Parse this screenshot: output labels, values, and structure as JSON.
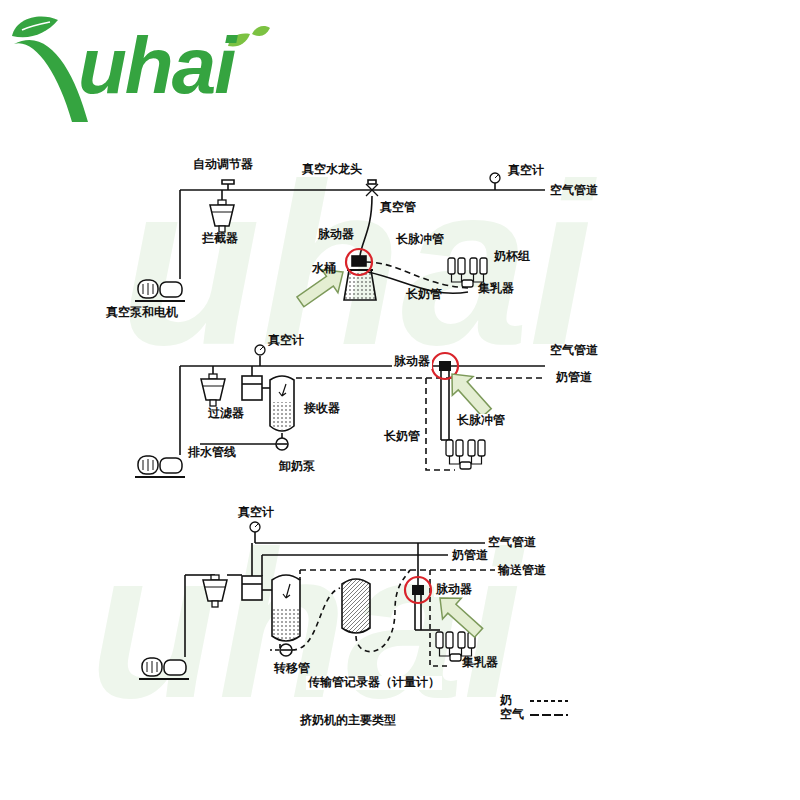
{
  "diagram": {
    "caption": "挤奶机的主要类型",
    "labels": [
      "uhai",
      "uhai",
      "uhai",
      "自动调节器",
      "真空水龙头",
      "真空计",
      "空气管道",
      "拦截器",
      "真空管",
      "脉动器",
      "长脉冲管",
      "奶杯组",
      "水桶",
      "集乳器",
      "长奶管",
      "真空泵和电机",
      "真空计",
      "空气管道",
      "脉动器",
      "奶管道",
      "过滤器",
      "接收器",
      "长脉冲管",
      "长奶管",
      "排水管线",
      "卸奶泵",
      "真空计",
      "空气管道",
      "奶管道",
      "输送管道",
      "脉动器",
      "集乳器",
      "转移管",
      "传输管记录器（计量计）"
    ],
    "legend": [
      {
        "text": "奶"
      },
      {
        "text": "空气"
      }
    ]
  }
}
